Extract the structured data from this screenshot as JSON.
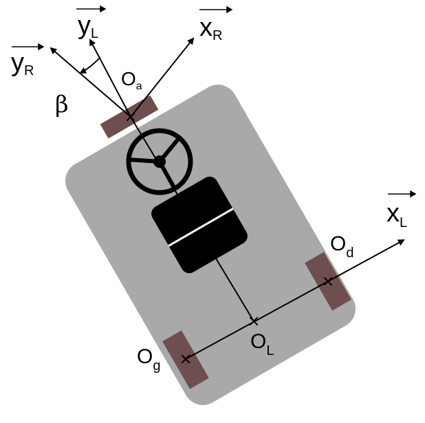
{
  "labels": {
    "y_left": {
      "main": "y",
      "sub": "L"
    },
    "x_right": {
      "main": "x",
      "sub": "R"
    },
    "y_right": {
      "main": "y",
      "sub": "R"
    },
    "x_left": {
      "main": "x",
      "sub": "L"
    },
    "angle": "β",
    "point_a": {
      "main": "O",
      "sub": "a"
    },
    "point_d": {
      "main": "O",
      "sub": "d"
    },
    "point_g": {
      "main": "O",
      "sub": "g"
    },
    "point_l": {
      "main": "O",
      "sub": "L"
    }
  },
  "colors": {
    "body": "#a9a9a9",
    "wheel": "#6e4e4e",
    "seat": "#000000",
    "line": "#000000",
    "background": "#ffffff"
  }
}
